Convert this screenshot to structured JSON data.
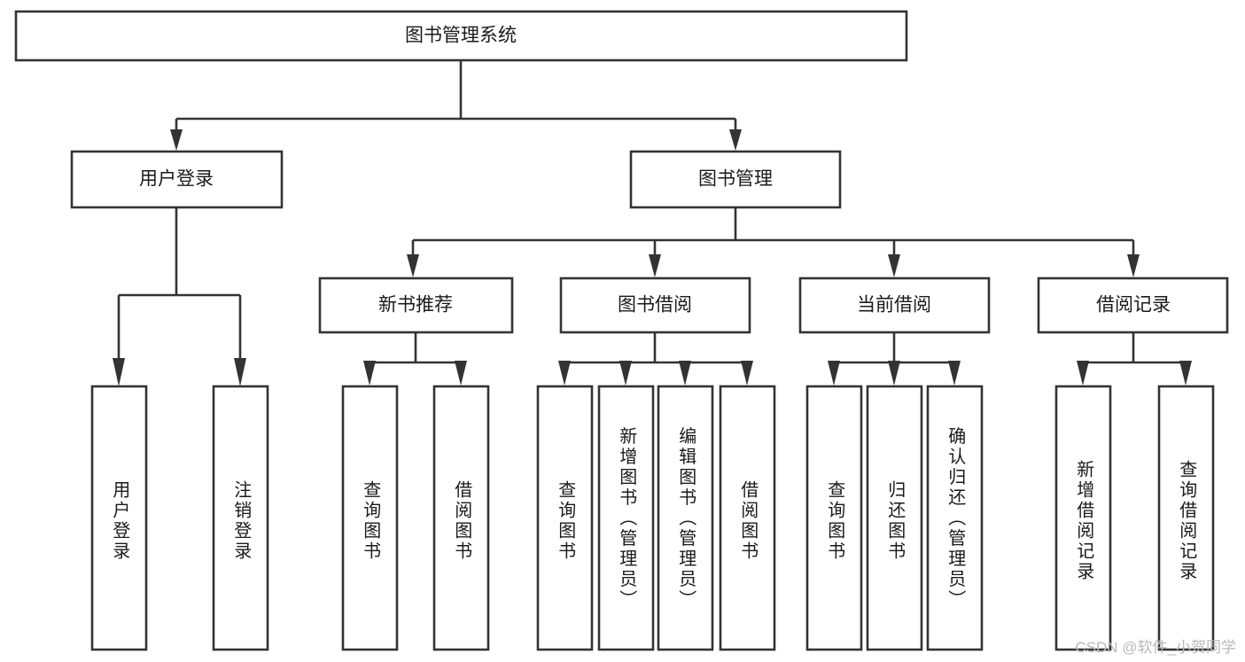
{
  "diagram": {
    "type": "tree-hierarchy",
    "title": "图书管理系统",
    "watermark": "CSDN @软件_小贺同学",
    "colors": {
      "stroke": "#333333",
      "fill": "#ffffff",
      "text": "#1a1a1a",
      "watermark": "#b8b8b8"
    },
    "levels": {
      "root": {
        "label": "图书管理系统"
      },
      "level2": [
        {
          "label": "用户登录"
        },
        {
          "label": "图书管理"
        }
      ],
      "level3": [
        {
          "label": "新书推荐"
        },
        {
          "label": "图书借阅"
        },
        {
          "label": "当前借阅"
        },
        {
          "label": "借阅记录"
        }
      ],
      "leaves": {
        "user_login": [
          {
            "label": "用户登录"
          },
          {
            "label": "注销登录"
          }
        ],
        "new_book_recommend": [
          {
            "label": "查询图书"
          },
          {
            "label": "借阅图书"
          }
        ],
        "book_borrow": [
          {
            "label": "查询图书"
          },
          {
            "label": "新增图书（管理员）"
          },
          {
            "label": "编辑图书（管理员）"
          },
          {
            "label": "借阅图书"
          }
        ],
        "current_borrow": [
          {
            "label": "查询图书"
          },
          {
            "label": "归还图书"
          },
          {
            "label": "确认归还（管理员）"
          }
        ],
        "borrow_record": [
          {
            "label": "新增借阅记录"
          },
          {
            "label": "查询借阅记录"
          }
        ]
      }
    }
  }
}
